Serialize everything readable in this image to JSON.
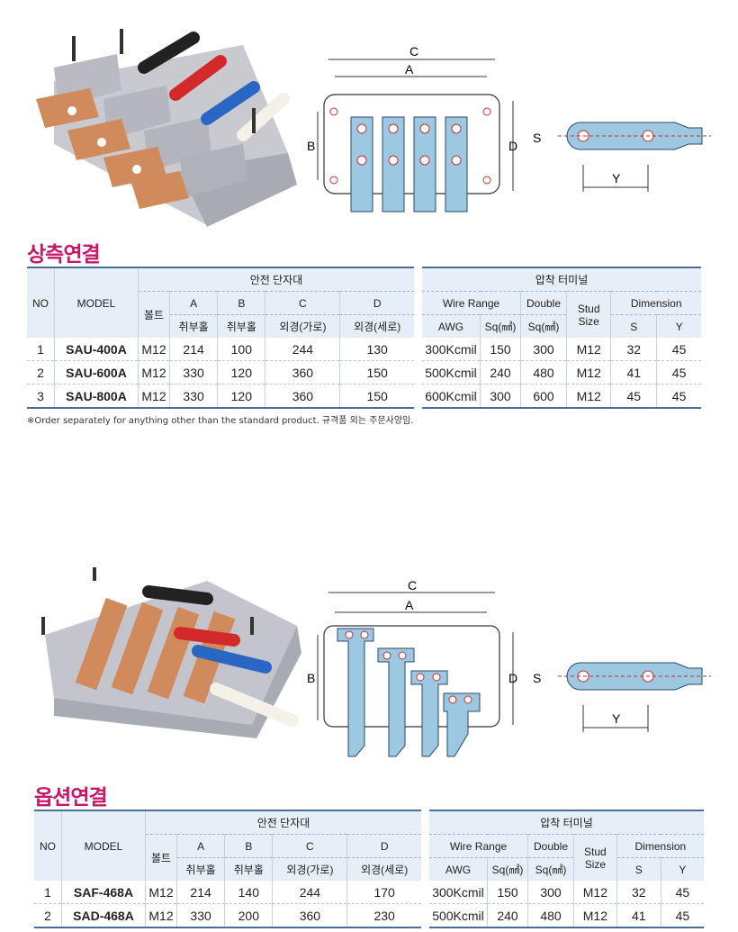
{
  "top": {
    "dims": {
      "c": "C",
      "a": "A",
      "b": "B",
      "d": "D",
      "s": "S",
      "y": "Y"
    },
    "heading": "상측연결",
    "table": {
      "no": "NO",
      "model": "MODEL",
      "group1": "안전 단자대",
      "bolt": "볼트",
      "a": "A",
      "b": "B",
      "c": "C",
      "d": "D",
      "a_sub": "취부홀",
      "b_sub": "취부홀",
      "c_sub": "외경(가로)",
      "d_sub": "외경(세로)",
      "group2": "압착 터미널",
      "wire_range": "Wire Range",
      "double": "Double",
      "stud": "Stud",
      "size": "Size",
      "dimension": "Dimension",
      "awg": "AWG",
      "sq1": "Sq(㎟)",
      "sq2": "Sq(㎟)",
      "s": "S",
      "y": "Y",
      "rows": [
        {
          "no": "1",
          "model": "SAU-400A",
          "bolt": "M12",
          "a": "214",
          "b": "100",
          "c": "244",
          "d": "130",
          "awg": "300Kcmil",
          "sq": "150",
          "double": "300",
          "stud": "M12",
          "s": "32",
          "y": "45"
        },
        {
          "no": "2",
          "model": "SAU-600A",
          "bolt": "M12",
          "a": "330",
          "b": "120",
          "c": "360",
          "d": "150",
          "awg": "500Kcmil",
          "sq": "240",
          "double": "480",
          "stud": "M12",
          "s": "41",
          "y": "45"
        },
        {
          "no": "3",
          "model": "SAU-800A",
          "bolt": "M12",
          "a": "330",
          "b": "120",
          "c": "360",
          "d": "150",
          "awg": "600Kcmil",
          "sq": "300",
          "double": "600",
          "stud": "M12",
          "s": "45",
          "y": "45"
        }
      ]
    },
    "note": "※Order separately for anything other than the standard product. 규격품 외는 주문사양임."
  },
  "bottom": {
    "dims": {
      "c": "C",
      "a": "A",
      "b": "B",
      "d": "D",
      "s": "S",
      "y": "Y"
    },
    "heading": "옵션연결",
    "table": {
      "no": "NO",
      "model": "MODEL",
      "group1": "안전 단자대",
      "bolt": "볼트",
      "a": "A",
      "b": "B",
      "c": "C",
      "d": "D",
      "a_sub": "취부홀",
      "b_sub": "취부홀",
      "c_sub": "외경(가로)",
      "d_sub": "외경(세로)",
      "group2": "압착 터미널",
      "wire_range": "Wire Range",
      "double": "Double",
      "stud": "Stud",
      "size": "Size",
      "dimension": "Dimension",
      "awg": "AWG",
      "sq1": "Sq(㎟)",
      "sq2": "Sq(㎟)",
      "s": "S",
      "y": "Y",
      "rows": [
        {
          "no": "1",
          "model": "SAF-468A",
          "bolt": "M12",
          "a": "214",
          "b": "140",
          "c": "244",
          "d": "170",
          "awg": "300Kcmil",
          "sq": "150",
          "double": "300",
          "stud": "M12",
          "s": "32",
          "y": "45"
        },
        {
          "no": "2",
          "model": "SAD-468A",
          "bolt": "M12",
          "a": "330",
          "b": "200",
          "c": "360",
          "d": "230",
          "awg": "500Kcmil",
          "sq": "240",
          "double": "480",
          "stud": "M12",
          "s": "41",
          "y": "45"
        }
      ]
    }
  },
  "colors": {
    "accent": "#c8176a",
    "table_header": "#e6eef7",
    "table_rule": "#4a6c9b",
    "terminal_blue": "#9cc8e2",
    "copper": "#d98a55",
    "housing_gray": "#b8bac2"
  }
}
